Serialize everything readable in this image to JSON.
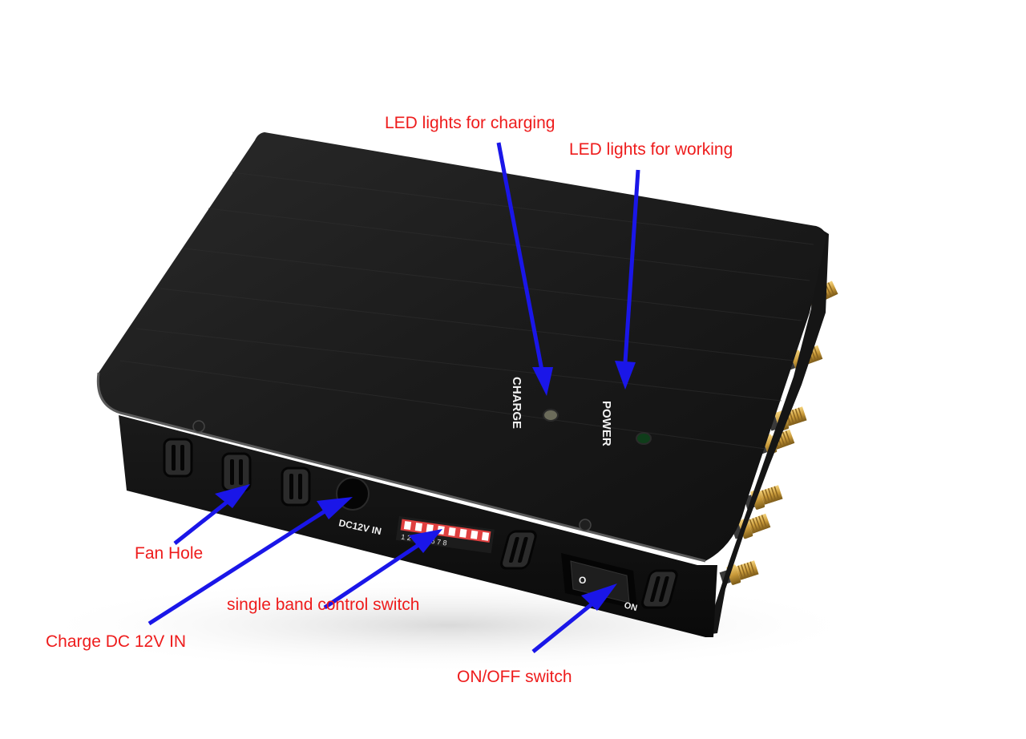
{
  "callouts": {
    "led_charging": "LED lights for charging",
    "led_working": "LED lights for working",
    "fan_hole": "Fan Hole",
    "single_band": "single band control switch",
    "charge_dc": "Charge DC 12V IN",
    "onoff": "ON/OFF switch"
  },
  "device_labels": {
    "charge": "CHARGE",
    "power": "POWER",
    "dc_in": "DC12V IN",
    "dip_numbers": "1 2 3 4 5 6 7 8",
    "rocker_off": "O",
    "rocker_on": "ON"
  },
  "colors": {
    "callout_text": "#ee1c1c",
    "arrow": "#1a16e8",
    "antenna": "#c99a3a",
    "device_body": "#141414"
  }
}
